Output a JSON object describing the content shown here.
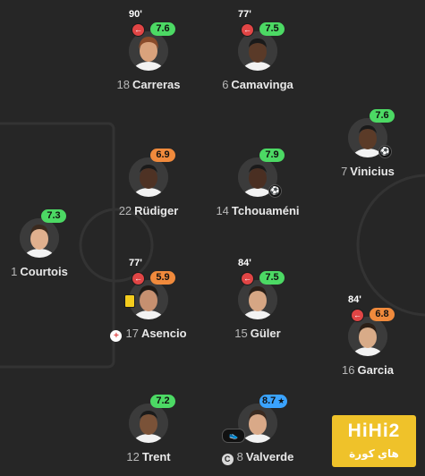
{
  "players": [
    {
      "id": "carreras",
      "number": "18",
      "name": "Carreras",
      "rating": "7.6",
      "rating_color": "#4cd964",
      "sub_time": "90'",
      "skin": "#d9a27c",
      "hair": "#8a4b2a"
    },
    {
      "id": "camavinga",
      "number": "6",
      "name": "Camavinga",
      "rating": "7.5",
      "rating_color": "#4cd964",
      "sub_time": "77'",
      "skin": "#5a3a28",
      "hair": "#1a1a1a"
    },
    {
      "id": "vinicius",
      "number": "7",
      "name": "Vinicius",
      "rating": "7.6",
      "rating_color": "#4cd964",
      "skin": "#5b3b28",
      "hair": "#1a1a1a"
    },
    {
      "id": "rudiger",
      "number": "22",
      "name": "Rüdiger",
      "rating": "6.9",
      "rating_color": "#f08a3c",
      "skin": "#4e3224",
      "hair": "#1a1a1a"
    },
    {
      "id": "tchouameni",
      "number": "14",
      "name": "Tchouaméni",
      "rating": "7.9",
      "rating_color": "#4cd964",
      "skin": "#4a2f22",
      "hair": "#1a1a1a"
    },
    {
      "id": "courtois",
      "number": "1",
      "name": "Courtois",
      "rating": "7.3",
      "rating_color": "#4cd964",
      "skin": "#e0b08e",
      "hair": "#3b2a1e"
    },
    {
      "id": "asencio",
      "number": "17",
      "name": "Asencio",
      "rating": "5.9",
      "rating_color": "#f08a3c",
      "sub_time": "77'",
      "skin": "#c69070",
      "hair": "#1f1a16"
    },
    {
      "id": "guler",
      "number": "15",
      "name": "Güler",
      "rating": "7.5",
      "rating_color": "#4cd964",
      "sub_time": "84'",
      "skin": "#d6a684",
      "hair": "#2a1f18"
    },
    {
      "id": "garcia",
      "number": "16",
      "name": "Garcia",
      "rating": "6.8",
      "rating_color": "#f08a3c",
      "sub_time": "84'",
      "skin": "#d8ab88",
      "hair": "#2b1f17"
    },
    {
      "id": "trent",
      "number": "12",
      "name": "Trent",
      "rating": "7.2",
      "rating_color": "#4cd964",
      "skin": "#7a5238",
      "hair": "#1a1a1a"
    },
    {
      "id": "valverde",
      "number": "8",
      "name": "Valverde",
      "rating": "8.7",
      "rating_color": "#3aa3ff",
      "skin": "#d9a988",
      "hair": "#3a2a20"
    }
  ],
  "icons": {
    "sub_off": "substitution-off-icon",
    "goal": "football-icon",
    "yellow_card": "yellow-card-icon",
    "injury": "injury-cross-icon",
    "captain": "captain-icon",
    "assist": "assist-boot-icon",
    "top_rated": "star-icon"
  },
  "symbols": {
    "sub_off": "←",
    "goal": "⚽",
    "injury": "+",
    "captain": "C",
    "assist": "👟",
    "star": "★"
  },
  "colors": {
    "background": "#262626",
    "pitch_lines": "#333333",
    "rating_green": "#4cd964",
    "rating_orange": "#f08a3c",
    "rating_blue": "#3aa3ff",
    "sub_red": "#e04545",
    "yellow_card": "#f3cc1d"
  },
  "watermark": {
    "main": "HiHi2",
    "sub": "هاي كورة"
  }
}
